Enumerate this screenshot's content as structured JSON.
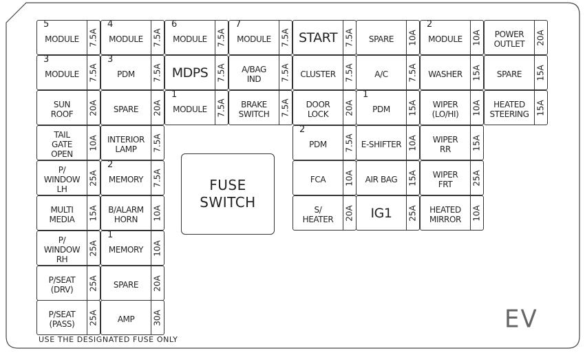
{
  "fuses": [
    {
      "num": "5",
      "name": "MODULE",
      "amp": "7.5A",
      "big": false
    },
    {
      "num": "4",
      "name": "MODULE",
      "amp": "7.5A",
      "big": false
    },
    {
      "num": "6",
      "name": "MODULE",
      "amp": "7.5A",
      "big": false
    },
    {
      "num": "7",
      "name": "MODULE",
      "amp": "7.5A",
      "big": false
    },
    {
      "num": "",
      "name": "START",
      "amp": "7.5A",
      "big": true
    },
    {
      "num": "",
      "name": "SPARE",
      "amp": "10A",
      "big": false
    },
    {
      "num": "2",
      "name": "MODULE",
      "amp": "10A",
      "big": false
    },
    {
      "num": "",
      "name": "POWER\nOUTLET",
      "amp": "20A",
      "big": false
    },
    {
      "num": "3",
      "name": "MODULE",
      "amp": "7.5A",
      "big": false
    },
    {
      "num": "3",
      "name": "PDM",
      "amp": "7.5A",
      "big": false
    },
    {
      "num": "",
      "name": "MDPS",
      "amp": "7.5A",
      "big": true
    },
    {
      "num": "",
      "name": "A/BAG\nIND",
      "amp": "7.5A",
      "big": false
    },
    {
      "num": "",
      "name": "CLUSTER",
      "amp": "7.5A",
      "big": false
    },
    {
      "num": "",
      "name": "A/C",
      "amp": "7.5A",
      "big": false
    },
    {
      "num": "",
      "name": "WASHER",
      "amp": "15A",
      "big": false
    },
    {
      "num": "",
      "name": "SPARE",
      "amp": "15A",
      "big": false
    },
    {
      "num": "",
      "name": "SUN\nROOF",
      "amp": "20A",
      "big": false
    },
    {
      "num": "",
      "name": "SPARE",
      "amp": "20A",
      "big": false
    },
    {
      "num": "1",
      "name": "MODULE",
      "amp": "7.5A",
      "big": false
    },
    {
      "num": "",
      "name": "BRAKE\nSWITCH",
      "amp": "7.5A",
      "big": false
    },
    {
      "num": "",
      "name": "DOOR\nLOCK",
      "amp": "20A",
      "big": false
    },
    {
      "num": "1",
      "name": "PDM",
      "amp": "15A",
      "big": false
    },
    {
      "num": "",
      "name": "WIPER\n(LO/HI)",
      "amp": "10A",
      "big": false
    },
    {
      "num": "",
      "name": "HEATED\nSTEERING",
      "amp": "15A",
      "big": false
    },
    {
      "num": "",
      "name": "TAIL\nGATE\nOPEN",
      "amp": "10A",
      "big": false
    },
    {
      "num": "",
      "name": "INTERIOR\nLAMP",
      "amp": "7.5A",
      "big": false
    },
    {
      "num": "2",
      "name": "PDM",
      "amp": "7.5A",
      "big": false
    },
    {
      "num": "",
      "name": "E-SHIFTER",
      "amp": "10A",
      "big": false
    },
    {
      "num": "",
      "name": "WIPER\nRR",
      "amp": "15A",
      "big": false
    },
    {
      "num": "",
      "name": "P/\nWINDOW\nLH",
      "amp": "25A",
      "big": false
    },
    {
      "num": "2",
      "name": "MEMORY",
      "amp": "7.5A",
      "big": false
    },
    {
      "num": "",
      "name": "FCA",
      "amp": "10A",
      "big": false
    },
    {
      "num": "",
      "name": "AIR BAG",
      "amp": "15A",
      "big": false
    },
    {
      "num": "",
      "name": "WIPER\nFRT",
      "amp": "25A",
      "big": false
    },
    {
      "num": "",
      "name": "MULTI\nMEDIA",
      "amp": "15A",
      "big": false
    },
    {
      "num": "",
      "name": "B/ALARM\nHORN",
      "amp": "10A",
      "big": false
    },
    {
      "num": "",
      "name": "S/\nHEATER",
      "amp": "20A",
      "big": false
    },
    {
      "num": "",
      "name": "IG1",
      "amp": "25A",
      "big": true
    },
    {
      "num": "",
      "name": "HEATED\nMIRROR",
      "amp": "10A",
      "big": false
    },
    {
      "num": "",
      "name": "P/\nWINDOW\nRH",
      "amp": "25A",
      "big": false
    },
    {
      "num": "1",
      "name": "MEMORY",
      "amp": "10A",
      "big": false
    },
    {
      "num": "",
      "name": "P/SEAT\n(DRV)",
      "amp": "25A",
      "big": false
    },
    {
      "num": "",
      "name": "SPARE",
      "amp": "20A",
      "big": false
    },
    {
      "num": "",
      "name": "P/SEAT\n(PASS)",
      "amp": "25A",
      "big": false
    },
    {
      "num": "",
      "name": "AMP",
      "amp": "30A",
      "big": false
    }
  ],
  "fuse_switch": {
    "line1": "FUSE",
    "line2": "SWITCH"
  },
  "footer_note": "USE THE DESIGNATED FUSE ONLY",
  "badge": "EV"
}
